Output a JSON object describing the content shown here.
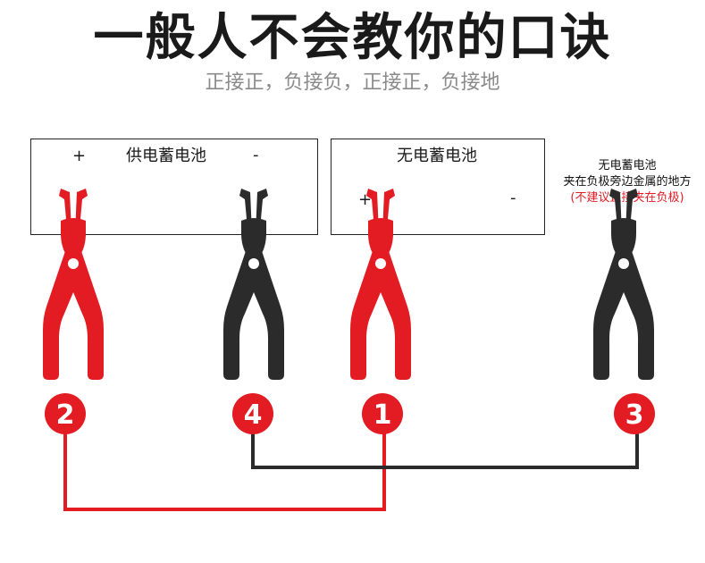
{
  "title": "一般人不会教你的口诀",
  "subtitle": "正接正，负接负，正接正，负接地",
  "supply_battery": {
    "label": "供电蓄电池",
    "plus": "+",
    "minus": "-"
  },
  "dead_battery": {
    "label": "无电蓄电池",
    "plus": "+",
    "minus": "-"
  },
  "note": {
    "line1": "无电蓄电池",
    "line2": "夹在负极旁边金属的地方",
    "line3": "(不建议直接夹在负极)"
  },
  "steps": {
    "clamp_red_left": "2",
    "clamp_black_left": "4",
    "clamp_red_right": "1",
    "clamp_black_right": "3"
  },
  "colors": {
    "red": "#e31b23",
    "black": "#2b2b2b",
    "cable_red": "#e31b23",
    "cable_black": "#2b2b2b"
  }
}
